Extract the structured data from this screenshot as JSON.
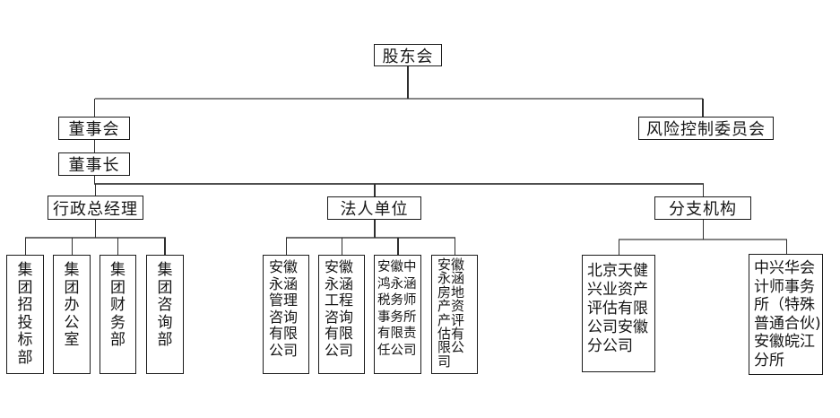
{
  "org_chart": {
    "root": {
      "label": "股东会"
    },
    "level2": {
      "board": {
        "label": "董事会"
      },
      "risk_committee": {
        "label": "风险控制委员会"
      }
    },
    "level3": {
      "chairman": {
        "label": "董事长"
      }
    },
    "level4": {
      "admin_gm": {
        "label": "行政总经理"
      },
      "legal_units": {
        "label": "法人单位"
      },
      "branches": {
        "label": "分支机构"
      }
    },
    "departments": [
      {
        "label": "集团招投标部",
        "lines": [
          "集",
          "团",
          "招",
          "投",
          "标",
          "部"
        ]
      },
      {
        "label": "集团办公室",
        "lines": [
          "集",
          "团",
          "办",
          "公",
          "室"
        ]
      },
      {
        "label": "集团财务部",
        "lines": [
          "集",
          "团",
          "财",
          "务",
          "部"
        ]
      },
      {
        "label": "集团咨询部",
        "lines": [
          "集",
          "团",
          "咨",
          "询",
          "部"
        ]
      }
    ],
    "legal_companies": [
      {
        "label": "安徽永涵管理咨询有限公司",
        "lines": [
          "安徽",
          "永涵",
          "管理",
          "咨询",
          "有限",
          "公司"
        ]
      },
      {
        "label": "安徽永涵工程咨询有限公司",
        "lines": [
          "安徽",
          "永涵",
          "工程",
          "咨询",
          "有限",
          "公司"
        ]
      },
      {
        "label": "安徽中鸿永涵税务师事务所有限责任公司",
        "lines": [
          "安徽中",
          "鸿永涵",
          "税务师",
          "事务所",
          "有限责",
          "任公司"
        ]
      },
      {
        "label": "安徽永涵房地产资产评估有限公司",
        "lines": [
          "安徽",
          "永涵",
          "房地",
          "产资",
          "产评",
          "估有",
          "限公",
          "司"
        ]
      }
    ],
    "branch_offices": [
      {
        "label": "北京天健兴业资产评估有限公司安徽分公司",
        "lines": [
          "北京天健",
          "兴业资产",
          "评估有限",
          "公司安徽",
          "分公司"
        ]
      },
      {
        "label": "中兴华会计师事务所（特殊普通合伙)安徽皖江分所",
        "lines": [
          "中兴华会",
          "计师事务",
          "所（特殊",
          "普通合伙)",
          "安徽皖江",
          "分所"
        ]
      }
    ],
    "colors": {
      "background": "#ffffff",
      "box_border": "#1b1b1b",
      "text": "#151515",
      "connector_gray": "#858585",
      "connector_dark": "#4f4f4f"
    }
  }
}
